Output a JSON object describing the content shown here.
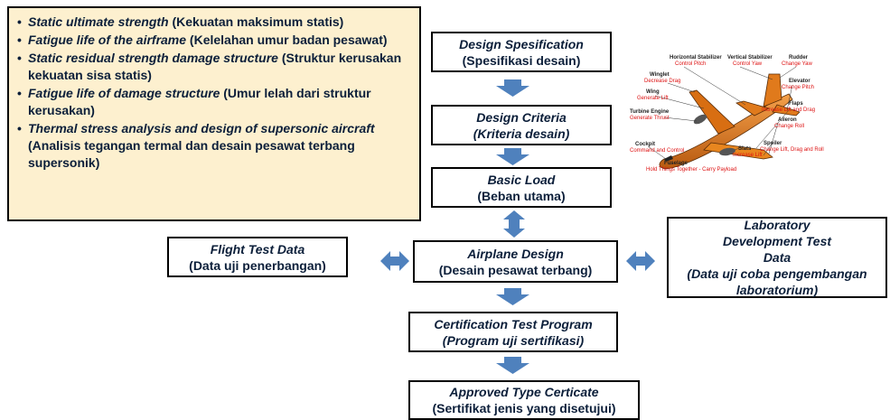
{
  "notes": [
    {
      "en": "Static ultimate strength",
      "id": " (Kekuatan maksimum statis)"
    },
    {
      "en": "Fatigue life of the airframe",
      "id": " (Kelelahan umur badan pesawat)"
    },
    {
      "en": "Static residual strength damage structure",
      "id": " (Struktur kerusakan kekuatan sisa statis)"
    },
    {
      "en": "Fatigue life of damage structure",
      "id": " (Umur lelah dari struktur kerusakan)"
    },
    {
      "en": "Thermal stress analysis and design of supersonic aircraft",
      "id": " (Analisis tegangan termal dan desain pesawat terbang supersonik)"
    }
  ],
  "flow": {
    "design_spec": {
      "en": "Design Spesification",
      "id": "(Spesifikasi desain)"
    },
    "design_criteria": {
      "en": "Design Criteria",
      "id": "(Kriteria desain)"
    },
    "basic_load": {
      "en": "Basic Load",
      "id": "(Beban utama)"
    },
    "airplane_design": {
      "en": "Airplane Design",
      "id": "(Desain pesawat terbang)"
    },
    "flight_test": {
      "en": "Flight Test Data",
      "id": "(Data uji penerbangan)"
    },
    "lab_test": {
      "en": "Laboratory Development Test Data",
      "id": "(Data uji coba pengembangan laboratorium)"
    },
    "cert_program": {
      "en": "Certification Test Program",
      "id": "(Program uji sertifikasi)"
    },
    "approved": {
      "en": "Approved Type Certicate",
      "id": "(Sertifikat jenis yang disetujui)"
    }
  },
  "airplane_labels": [
    {
      "name": "Horizontal Stabilizer",
      "fn": "Control Pitch"
    },
    {
      "name": "Vertical Stabilizer",
      "fn": "Control Yaw"
    },
    {
      "name": "Rudder",
      "fn": "Change Yaw"
    },
    {
      "name": "Winglet",
      "fn": "Decrease Drag"
    },
    {
      "name": "Elevator",
      "fn": "Change Pitch"
    },
    {
      "name": "Wing",
      "fn": "Generate Lift"
    },
    {
      "name": "Flaps",
      "fn": "Increase Lift and Drag"
    },
    {
      "name": "Turbine Engine",
      "fn": "Generate Thrust"
    },
    {
      "name": "Aileron",
      "fn": "Change Roll"
    },
    {
      "name": "Cockpit",
      "fn": "Command and Control"
    },
    {
      "name": "Slats",
      "fn": "Increase Lift"
    },
    {
      "name": "Spoiler",
      "fn": "Change Lift, Drag and Roll"
    },
    {
      "name": "Fuselage",
      "fn": "Hold Things Together - Carry Payload"
    }
  ],
  "colors": {
    "arrow": "#4f81bd",
    "notes_bg": "#fdf0cf",
    "plane": "#e07a1c",
    "fn_label": "#dd1111"
  }
}
